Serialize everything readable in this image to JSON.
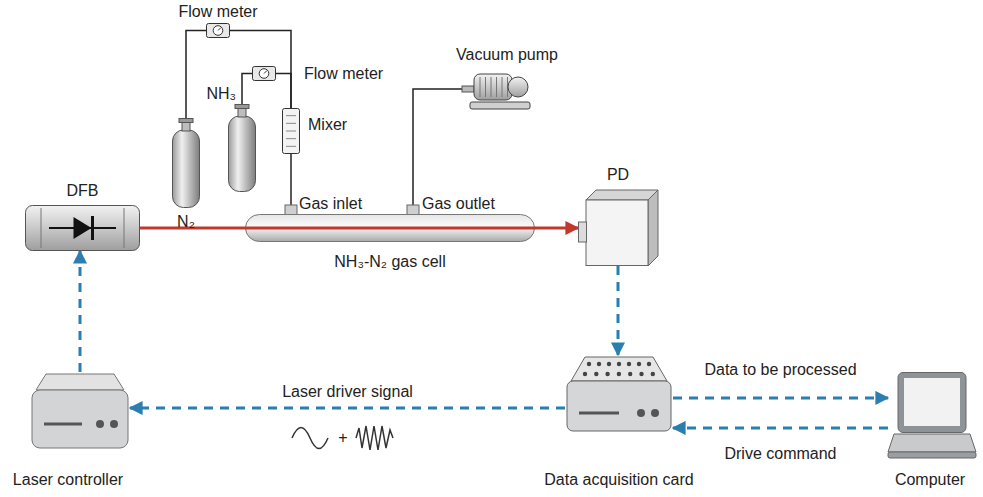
{
  "diagram": {
    "nodes": [
      {
        "text": [
          "Flow meter"
        ]
      },
      {
        "text": [
          "Flow meter"
        ]
      },
      {
        "text": [
          "Vacuum pump"
        ]
      },
      {
        "text": [
          "Mixer"
        ]
      },
      {
        "text": [
          "NH₃"
        ]
      },
      {
        "text": [
          "N₂"
        ]
      },
      {
        "text": [
          "DFB"
        ]
      },
      {
        "text": [
          "NH₃-N₂ gas cell"
        ]
      },
      {
        "text": [
          "PD"
        ]
      },
      {
        "text": [
          "Laser controller"
        ]
      },
      {
        "text": [
          "Data acquisition card"
        ]
      },
      {
        "text": [
          "Computer"
        ]
      }
    ],
    "edges": [
      {
        "from": 5,
        "to": 0,
        "arrow": "none"
      },
      {
        "from": 4,
        "to": 1,
        "arrow": "none"
      },
      {
        "from": 0,
        "to": 3,
        "arrow": "none"
      },
      {
        "from": 1,
        "to": 3,
        "arrow": "none"
      },
      {
        "from": 3,
        "to": 7,
        "arrow": "none"
      },
      {
        "from": 7,
        "to": 2,
        "arrow": "none"
      },
      {
        "from": 6,
        "to": 7,
        "arrow": "none"
      },
      {
        "from": 7,
        "to": 8,
        "arrow": "to"
      },
      {
        "from": 9,
        "to": 6,
        "arrow": "to"
      },
      {
        "from": 8,
        "to": 10,
        "arrow": "to"
      },
      {
        "from": 10,
        "to": 9,
        "label": "Laser driver signal",
        "arrow": "to"
      },
      {
        "from": 10,
        "to": 11,
        "label": "Data to be processed",
        "arrow": "to"
      },
      {
        "from": 11,
        "to": 10,
        "label": "Drive command",
        "arrow": "to"
      }
    ],
    "labels": [
      "Gas inlet",
      "Gas outlet",
      "+"
    ]
  }
}
